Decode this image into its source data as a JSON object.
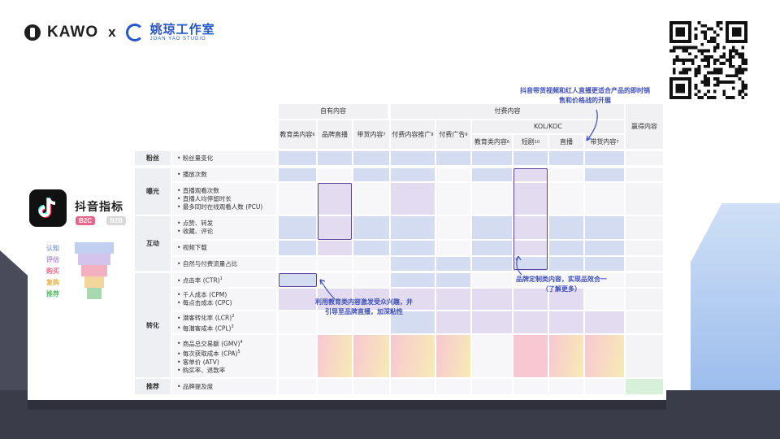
{
  "header": {
    "brand_left": "KAWO",
    "cross": "x",
    "brand_right_cn": "姚琼工作室",
    "brand_right_en": "JOAN YAO STUDIO"
  },
  "sidebar": {
    "title": "抖音指标",
    "badge_b2c": "B2C",
    "badge_b2b": "B2B",
    "funnel": [
      {
        "label": "认知",
        "color": "#8ea8e6"
      },
      {
        "label": "评估",
        "color": "#b193dc"
      },
      {
        "label": "购买",
        "color": "#ea6f8c"
      },
      {
        "label": "复购",
        "color": "#e8b44a"
      },
      {
        "label": "推荐",
        "color": "#5cba69"
      }
    ]
  },
  "table": {
    "groups": {
      "owned": "自有内容",
      "paid": "付费内容",
      "earned": "赢得内容",
      "kol": "KOL/KOC"
    },
    "columns": [
      {
        "label": "教育类内容",
        "sup": "6"
      },
      {
        "label": "品牌直播",
        "sup": ""
      },
      {
        "label": "带货内容",
        "sup": "7"
      },
      {
        "label": "付费内容推广",
        "sup": "8"
      },
      {
        "label": "付费广告",
        "sup": "9"
      },
      {
        "label": "教育类内容",
        "sup": "6"
      },
      {
        "label": "短剧",
        "sup": "10"
      },
      {
        "label": "直播",
        "sup": ""
      },
      {
        "label": "带货内容",
        "sup": "7"
      }
    ],
    "row_groups": [
      {
        "label": "粉丝"
      },
      {
        "label": "曝光"
      },
      {
        "label": "互动"
      },
      {
        "label": "转化"
      },
      {
        "label": "推荐"
      }
    ],
    "rows": [
      {
        "items": [
          {
            "t": "粉丝量变化",
            "s": ""
          }
        ]
      },
      {
        "items": [
          {
            "t": "播放次数",
            "s": ""
          }
        ]
      },
      {
        "items": [
          {
            "t": "直播观看次数",
            "s": ""
          },
          {
            "t": "直播人均停留时长",
            "s": ""
          },
          {
            "t": "最多同时在线观看人数 (PCU)",
            "s": ""
          }
        ]
      },
      {
        "items": [
          {
            "t": "点赞、转发",
            "s": ""
          },
          {
            "t": "收藏、评论",
            "s": ""
          }
        ]
      },
      {
        "items": [
          {
            "t": "视频下载",
            "s": ""
          }
        ]
      },
      {
        "items": [
          {
            "t": "自然与付费流量占比",
            "s": ""
          }
        ]
      },
      {
        "items": [
          {
            "t": "点击率 (CTR)",
            "s": "1"
          }
        ]
      },
      {
        "items": [
          {
            "t": "千人成本 (CPM)",
            "s": ""
          },
          {
            "t": "每点击成本 (CPC)",
            "s": ""
          }
        ]
      },
      {
        "items": [
          {
            "t": "潜客转化率 (LCR)",
            "s": "2"
          },
          {
            "t": "每潜客成本 (CPL)",
            "s": "3"
          }
        ]
      },
      {
        "items": [
          {
            "t": "商品总交易额 (GMV)",
            "s": "4"
          },
          {
            "t": "每次获取成本 (CPA)",
            "s": "5"
          },
          {
            "t": "客单价 (ATV)",
            "s": ""
          },
          {
            "t": "购买率、退款率",
            "s": ""
          }
        ]
      },
      {
        "items": [
          {
            "t": "品牌提及度",
            "s": ""
          }
        ]
      }
    ]
  },
  "notes": {
    "top": "抖音带货视频和红人直播更适合产品的即时销售和价格战的开展",
    "mid": "品牌定制类内容，实现品效合一（了解更多）",
    "left": "利用教育类内容激发受众兴趣，并引导至品牌直播，加深粘性"
  },
  "colors": {
    "blue": "#d4dcf1",
    "lavender": "#e3dcf1",
    "pink": "#f7c7d2",
    "yellow": "#f7ebb5",
    "green": "#d6f0d9",
    "outline": "#5b3f9c",
    "note": "#3d4fb8"
  }
}
